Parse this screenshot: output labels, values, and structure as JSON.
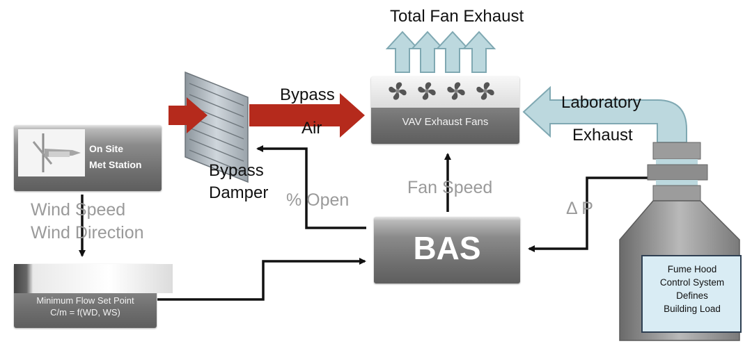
{
  "labels": {
    "total_fan_exhaust": "Total Fan Exhaust",
    "bypass_air_line1": "Bypass",
    "bypass_air_line2": "Air",
    "laboratory_exhaust_line1": "Laboratory",
    "laboratory_exhaust_line2": "Exhaust",
    "bypass_damper_line1": "Bypass",
    "bypass_damper_line2": "Damper",
    "percent_open": "%  Open",
    "fan_speed": "Fan  Speed",
    "delta_p": "Δ  P",
    "wind_speed": "Wind  Speed",
    "wind_direction": "Wind  Direction"
  },
  "boxes": {
    "met_station_line1": "On Site",
    "met_station_line2": "Met Station",
    "vav_exhaust_fans": "VAV Exhaust Fans",
    "bas": "BAS",
    "min_flow_line1": "Minimum Flow Set Point",
    "min_flow_line2": "C/m = f(WD, WS)",
    "fume_hood_line1": "Fume Hood",
    "fume_hood_line2": "Control System",
    "fume_hood_line3": "Defines",
    "fume_hood_line4": "Building Load"
  },
  "colors": {
    "bypass_arrow": "#b52a1c",
    "exhaust_arrow_fill": "#bcd8de",
    "exhaust_arrow_stroke": "#7fa8b2",
    "control_line": "#111111",
    "box_dark": "#6f6f6f"
  }
}
